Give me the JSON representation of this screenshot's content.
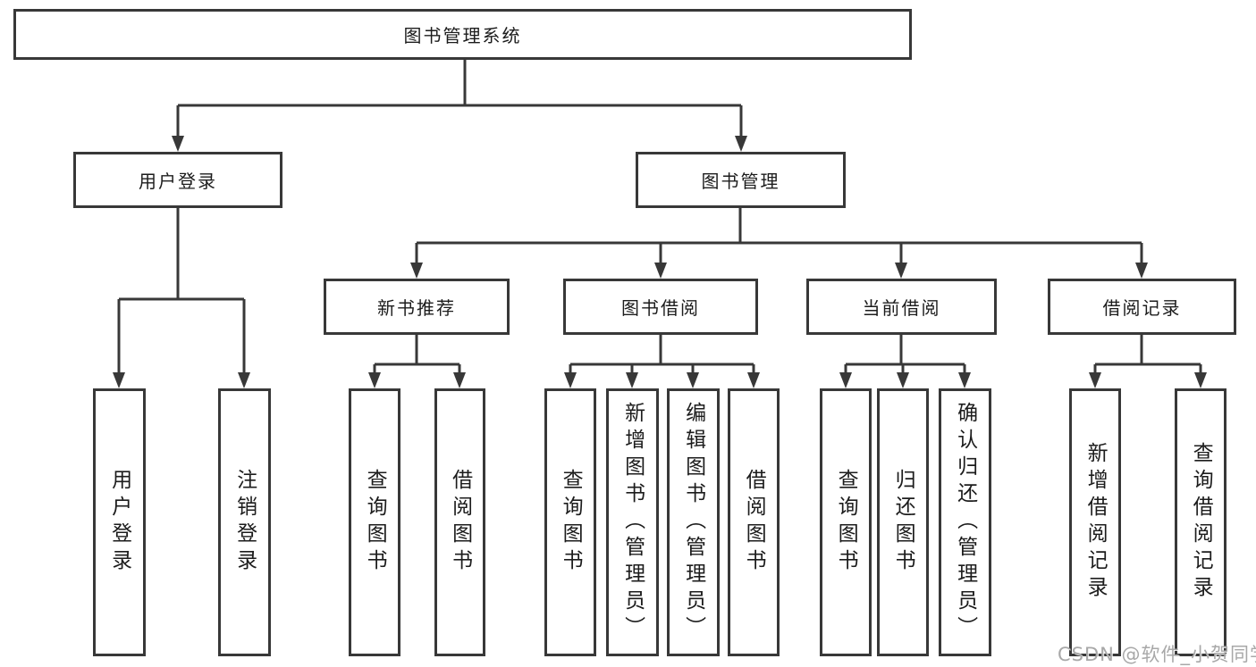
{
  "tree": {
    "label": "图书管理系统",
    "children": [
      {
        "label": "用户登录",
        "children": [
          {
            "label": "用户登录"
          },
          {
            "label": "注销登录"
          }
        ]
      },
      {
        "label": "图书管理",
        "children": [
          {
            "label": "新书推荐",
            "children": [
              {
                "label": "查询图书"
              },
              {
                "label": "借阅图书"
              }
            ]
          },
          {
            "label": "图书借阅",
            "children": [
              {
                "label": "查询图书"
              },
              {
                "label": "新增图书（管理员）"
              },
              {
                "label": "编辑图书（管理员）"
              },
              {
                "label": "借阅图书"
              }
            ]
          },
          {
            "label": "当前借阅",
            "children": [
              {
                "label": "查询图书"
              },
              {
                "label": "归还图书"
              },
              {
                "label": "确认归还（管理员）"
              }
            ]
          },
          {
            "label": "借阅记录",
            "children": [
              {
                "label": "新增借阅记录"
              },
              {
                "label": "查询借阅记录"
              }
            ]
          }
        ]
      }
    ]
  },
  "watermark": "CSDN @软件_小贺同学",
  "colors": {
    "line": "#383838",
    "text": "#1c1c1c",
    "background": "#ffffff",
    "watermark": "#a8a8a8"
  }
}
